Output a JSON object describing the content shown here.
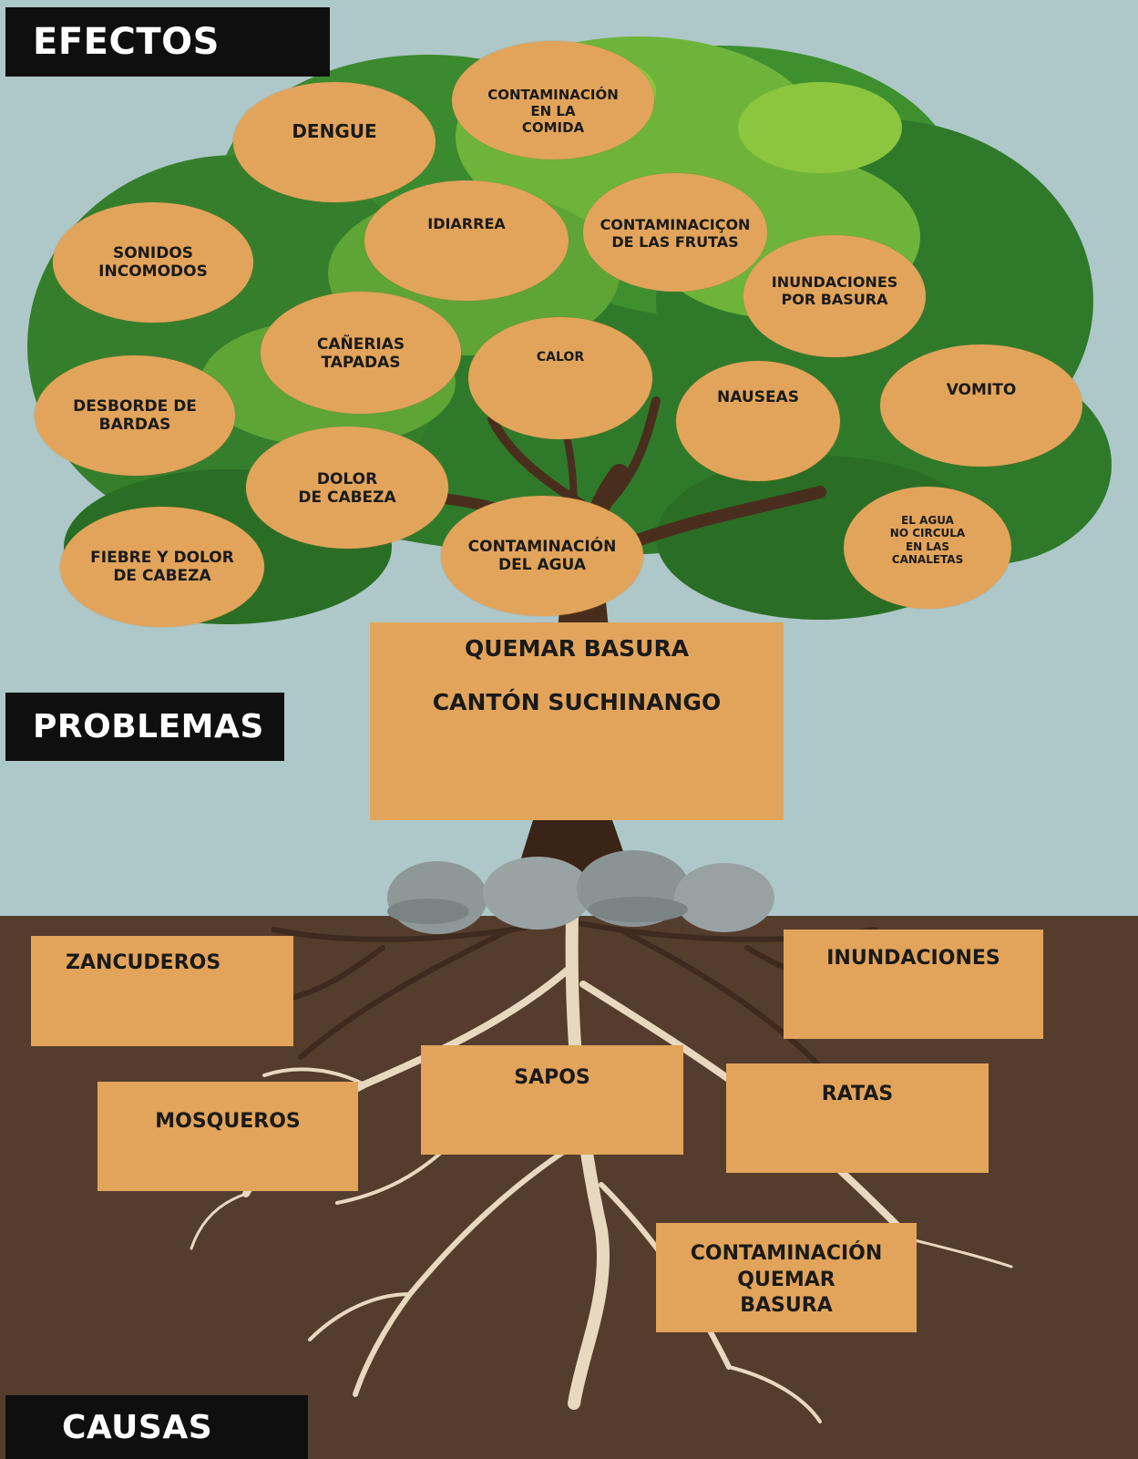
{
  "sections": {
    "effects": "EFECTOS",
    "problems": "PROBLEMAS",
    "causes": "CAUSAS"
  },
  "problem": {
    "title": "QUEMAR BASURA",
    "subtitle": "CANTÓN SUCHINANGO"
  },
  "effects": [
    "CONTAMINACIÓN\nEN LA\nCOMIDA",
    "DENGUE",
    "IDIARREA",
    "CONTAMINACIÇON\nDE LAS FRUTAS",
    "SONIDOS\nINCOMODOS",
    "INUNDACIONES\nPOR BASURA",
    "CAÑERIAS\nTAPADAS",
    "CALOR",
    "NAUSEAS",
    "VOMITO",
    "DESBORDE DE\nBARDAS",
    "DOLOR\nDE CABEZA",
    "CONTAMINACIÓN\nDEL AGUA",
    "EL AGUA\nNO CIRCULA\nEN LAS\nCANALETAS",
    "FIEBRE Y DOLOR\nDE CABEZA"
  ],
  "causes": [
    "ZANCUDEROS",
    "INUNDACIONES",
    "SAPOS",
    "RATAS",
    "MOSQUEROS",
    "CONTAMINACIÓN\nQUEMAR\nBASURA"
  ],
  "colors": {
    "sky": "#aec8c9",
    "soil": "#553d2d",
    "label_bg": "#0f0f0f",
    "box_fill": "#e2a45b",
    "leaf_dark": "#2f7a2a",
    "leaf_mid": "#4c9a32",
    "leaf_light": "#8cc63f",
    "trunk": "#4a2e1d",
    "root": "#e8d8c0",
    "rock": "#8e9898"
  }
}
